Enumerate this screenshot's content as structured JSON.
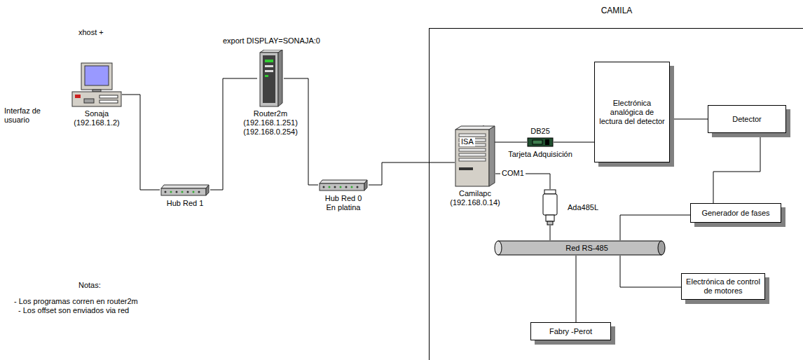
{
  "diagram": {
    "nodes": [
      {
        "text": [
          "Sonaja",
          "(192.168.1.2)"
        ]
      },
      {
        "text": [
          "Hub Red 1"
        ]
      },
      {
        "text": [
          "Router2m",
          "(192.168.1.251)",
          "(192.168.0.254)"
        ]
      },
      {
        "text": [
          "Hub Red 0",
          "En platina"
        ]
      },
      {
        "text": [
          "CAMILA"
        ]
      },
      {
        "text": [
          "Camilapc",
          "(192.168.0.14)"
        ],
        "in": 4
      },
      {
        "text": [
          "DB25",
          "Tarjeta Adquisición"
        ],
        "in": 4
      },
      {
        "text": [
          "Electrónica analógica de lectura del detector"
        ],
        "in": 4
      },
      {
        "text": [
          "Detector"
        ],
        "in": 4
      },
      {
        "text": [
          "Ada485L"
        ],
        "in": 4
      },
      {
        "text": [
          "Red RS-485"
        ],
        "in": 4
      },
      {
        "text": [
          "Generador de fases"
        ],
        "in": 4
      },
      {
        "text": [
          "Electrónica de control de motores"
        ],
        "in": 4
      },
      {
        "text": [
          "Fabry -Perot"
        ],
        "in": 4
      }
    ],
    "edges": [
      {
        "from": 0,
        "to": 1,
        "arrow": "none"
      },
      {
        "from": 1,
        "to": 2,
        "arrow": "none"
      },
      {
        "from": 2,
        "to": 3,
        "arrow": "none"
      },
      {
        "from": 3,
        "to": 5,
        "arrow": "none"
      },
      {
        "from": 5,
        "to": 6,
        "label": "ISA",
        "arrow": "none"
      },
      {
        "from": 6,
        "to": 7,
        "arrow": "none"
      },
      {
        "from": 7,
        "to": 8,
        "arrow": "none"
      },
      {
        "from": 8,
        "to": 11,
        "arrow": "none"
      },
      {
        "from": 5,
        "to": 9,
        "label": "COM1",
        "arrow": "none"
      },
      {
        "from": 9,
        "to": 10,
        "arrow": "none"
      },
      {
        "from": 10,
        "to": 11,
        "arrow": "none"
      },
      {
        "from": 10,
        "to": 12,
        "arrow": "none"
      },
      {
        "from": 10,
        "to": 13,
        "arrow": "none"
      }
    ],
    "labels": [
      "xhost +",
      "Interfaz de usuario",
      "export DISPLAY=SONAJA:0",
      "Notas:",
      "- Los programas corren en router2m",
      "- Los offset son enviados via red"
    ]
  }
}
